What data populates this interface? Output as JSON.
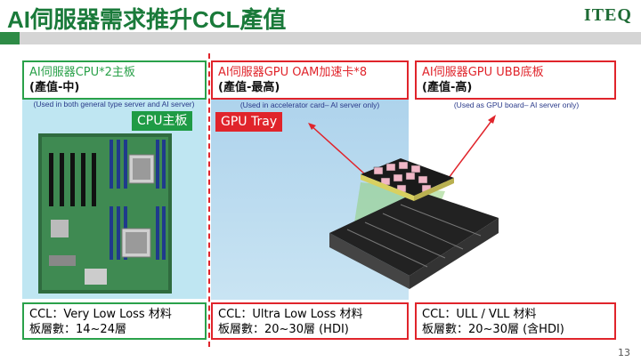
{
  "header": {
    "title": "AI伺服器需求推升CCL產值",
    "logo": "ITEQ"
  },
  "columns": [
    {
      "top_line1": "AI伺服器CPU*2主板",
      "top_line2": "(產值-中)",
      "note": "(Used in both general type server and AI server)",
      "tag": "CPU主板",
      "bottom_line1": "CCL：Very Low Loss 材料",
      "bottom_line2": "板層數：14~24層"
    },
    {
      "top_line1": "AI伺服器GPU OAM加速卡*8",
      "top_line2": "(產值-最高)",
      "note": "(Used in accelerator card– AI server only)",
      "tag": "GPU Tray",
      "bottom_line1": "CCL：Ultra Low Loss 材料",
      "bottom_line2": "板層數：20~30層 (HDI)"
    },
    {
      "top_line1": "AI伺服器GPU UBB底板",
      "top_line2": "(產值-高)",
      "note": "(Used as GPU board– AI server only)",
      "bottom_line1": "CCL：ULL / VLL 材料",
      "bottom_line2": "板層數：20~30層 (含HDI)"
    }
  ],
  "page_number": "13",
  "colors": {
    "brand_green": "#1a7a3a",
    "accent_red": "#e0242b",
    "box_green": "#2aa14a"
  }
}
